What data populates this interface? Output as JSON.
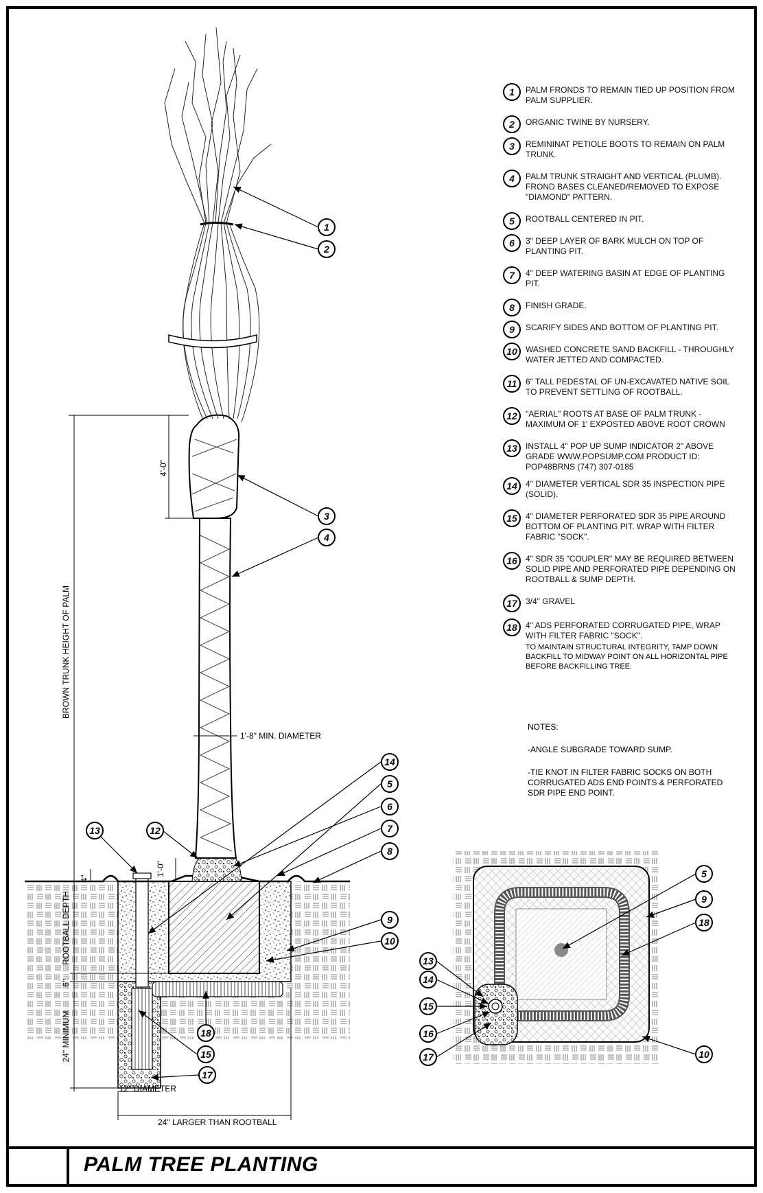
{
  "title": "PALM TREE PLANTING",
  "callouts": [
    {
      "num": "1",
      "text": "PALM FRONDS TO REMAIN TIED UP POSITION FROM PALM SUPPLIER."
    },
    {
      "num": "2",
      "text": "ORGANIC TWINE BY NURSERY."
    },
    {
      "num": "3",
      "text": "REMININAT PETIOLE BOOTS TO REMAIN ON PALM TRUNK."
    },
    {
      "num": "4",
      "text": "PALM TRUNK STRAIGHT AND VERTICAL (PLUMB). FROND BASES CLEANED/REMOVED TO EXPOSE \"DIAMOND\" PATTERN."
    },
    {
      "num": "5",
      "text": "ROOTBALL CENTERED IN PIT."
    },
    {
      "num": "6",
      "text": "3\" DEEP LAYER OF BARK MULCH ON TOP OF PLANTING PIT."
    },
    {
      "num": "7",
      "text": "4\" DEEP WATERING BASIN AT EDGE OF PLANTING PIT."
    },
    {
      "num": "8",
      "text": "FINISH GRADE."
    },
    {
      "num": "9",
      "text": "SCARIFY SIDES AND BOTTOM OF PLANTING PIT."
    },
    {
      "num": "10",
      "text": "WASHED CONCRETE SAND BACKFILL - THROUGHLY WATER JETTED AND COMPACTED."
    },
    {
      "num": "11",
      "text": "6\" TALL PEDESTAL OF UN-EXCAVATED NATIVE SOIL TO PREVENT SETTLING OF ROOTBALL."
    },
    {
      "num": "12",
      "text": "\"AERIAL\" ROOTS AT BASE OF PALM TRUNK - MAXIMUM OF 1' EXPOSTED ABOVE ROOT CROWN"
    },
    {
      "num": "13",
      "text": "INSTALL 4\" POP UP SUMP INDICATOR 2\" ABOVE GRADE WWW.POPSUMP.COM PRODUCT ID: POP48BRNS    (747) 307-0185"
    },
    {
      "num": "14",
      "text": "4\" DIAMETER VERTICAL SDR 35 INSPECTION PIPE (SOLID)."
    },
    {
      "num": "15",
      "text": "4\" DIAMETER PERFORATED SDR 35 PIPE AROUND BOTTOM OF PLANTING PIT. WRAP WITH FILTER FABRIC \"SOCK\"."
    },
    {
      "num": "16",
      "text": "4\" SDR 35 \"COUPLER\" MAY BE REQUIRED BETWEEN SOLID PIPE AND PERFORATED PIPE DEPENDING ON ROOTBALL & SUMP DEPTH."
    },
    {
      "num": "17",
      "text": "3/4\" GRAVEL"
    },
    {
      "num": "18",
      "text": "4\" ADS PERFORATED CORRUGATED PIPE, WRAP WITH FILTER FABRIC \"SOCK\"."
    }
  ],
  "callout_extra": "TO MAINTAIN STRUCTURAL INTEGRITY, TAMP DOWN BACKFILL TO MIDWAY POINT ON ALL HORIZONTAL PIPE BEFORE BACKFILLING TREE.",
  "notes": {
    "heading": "NOTES:",
    "items": [
      "-ANGLE SUBGRADE TOWARD SUMP.",
      "-TIE KNOT IN FILTER FABRIC SOCKS ON BOTH CORRUGATED ADS END POINTS & PERFORATED SDR PIPE END POINT."
    ]
  },
  "dimensions": {
    "boot_height": "4'-0\"",
    "trunk_height": "BROWN TRUNK HEIGHT OF PALM",
    "trunk_diameter": "1'-8\" MIN. DIAMETER",
    "root_exposure": "1'-0\"",
    "basin_depth": "4\"",
    "rootball_depth": "ROOTBALL DEPTH",
    "pedestal": "6\"",
    "sump_depth": "24\" MINIMUM",
    "sump_diameter": "12\" DIAMETER",
    "pit_width": "24\" LARGER THAN ROOTBALL"
  },
  "section_labels": {
    "l1": "1",
    "l2": "2",
    "l3": "3",
    "l4": "4",
    "l5": "5",
    "l6": "6",
    "l7": "7",
    "l8": "8",
    "l9": "9",
    "l10": "10",
    "l12": "12",
    "l13": "13",
    "l14": "14",
    "l15": "15",
    "l17": "17",
    "l18": "18"
  },
  "plan_labels": {
    "l5": "5",
    "l9": "9",
    "l18": "18",
    "l10": "10",
    "l13": "13",
    "l14": "14",
    "l15": "15",
    "l16": "16",
    "l17": "17"
  }
}
